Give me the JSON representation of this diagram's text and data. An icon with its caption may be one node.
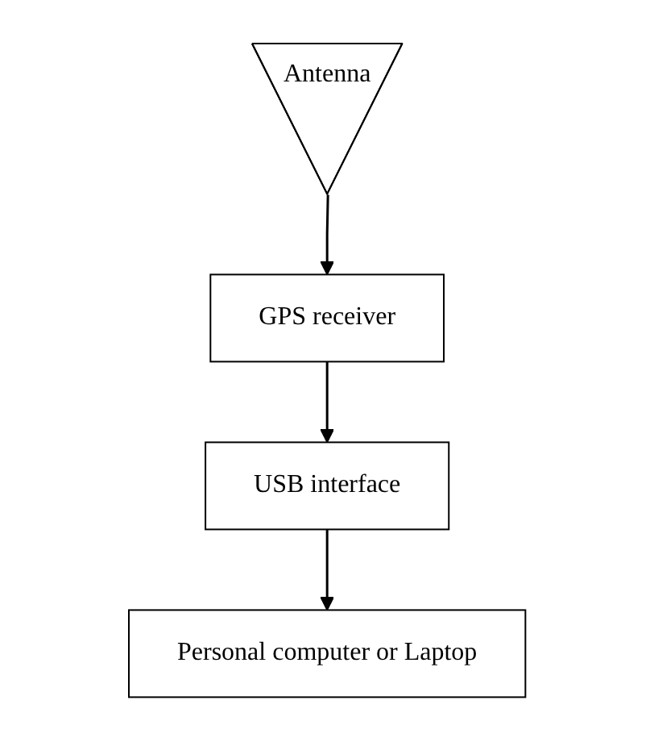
{
  "diagram": {
    "nodes": [
      {
        "text": [
          "Antenna"
        ]
      },
      {
        "text": [
          "GPS receiver"
        ]
      },
      {
        "text": [
          "USB interface"
        ]
      },
      {
        "text": [
          "Personal computer or Laptop"
        ]
      }
    ],
    "edges": [
      {
        "from": 0,
        "to": 1,
        "arrow": "to"
      },
      {
        "from": 1,
        "to": 2,
        "arrow": "to"
      },
      {
        "from": 2,
        "to": 3,
        "arrow": "to"
      }
    ]
  }
}
